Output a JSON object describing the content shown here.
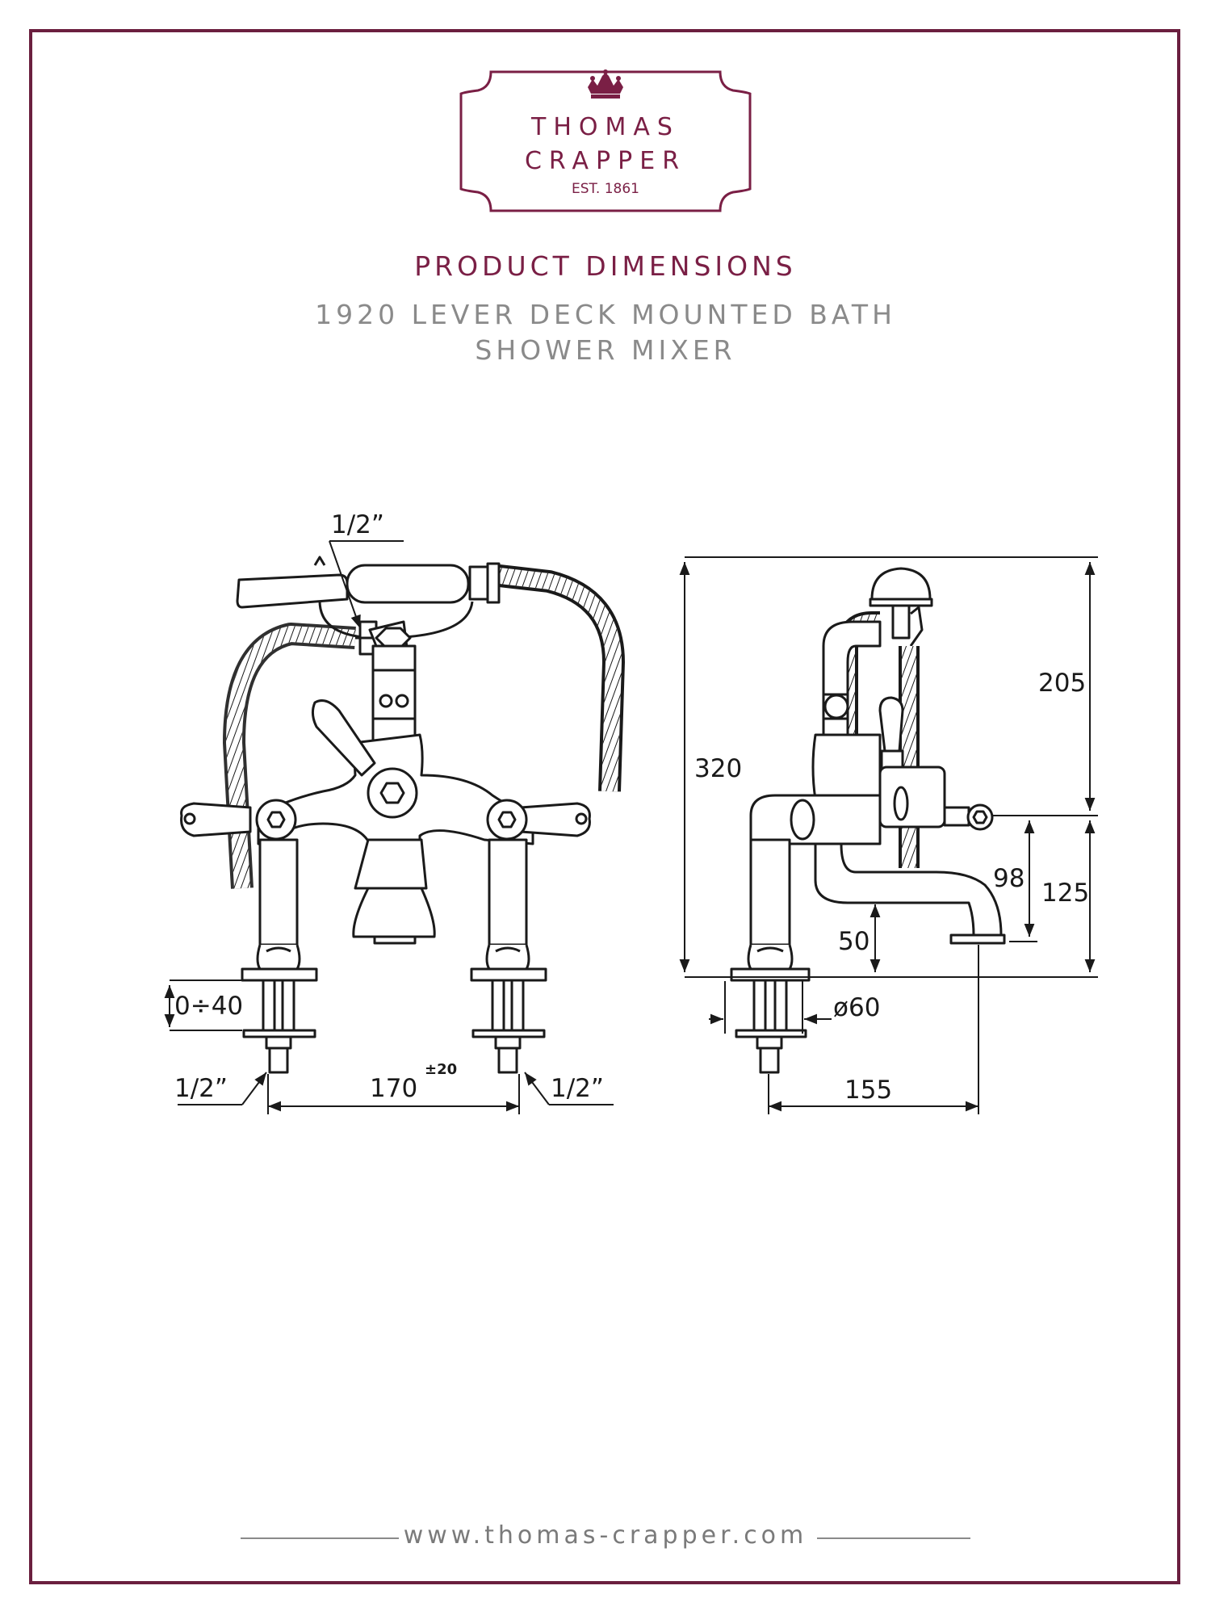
{
  "brand": {
    "line1": "THOMAS",
    "line2": "CRAPPER",
    "established": "EST. 1861",
    "color": "#7a1f45"
  },
  "heading": "PRODUCT DIMENSIONS",
  "product": {
    "line1": "1920 LEVER DECK MOUNTED BATH",
    "line2": "SHOWER MIXER"
  },
  "front_view": {
    "handset_thread": "1/2”",
    "adjust_range": "0÷40",
    "left_inlet": "1/2”",
    "right_inlet": "1/2”",
    "centres": "170",
    "centres_tolerance": "±20"
  },
  "side_view": {
    "total_height": "320",
    "upper_height": "205",
    "lower_height": "125",
    "outlet_drop": "98",
    "spout_clearance": "50",
    "base_diameter": "ø60",
    "projection": "155"
  },
  "footer": {
    "website": "www.thomas-crapper.com"
  }
}
